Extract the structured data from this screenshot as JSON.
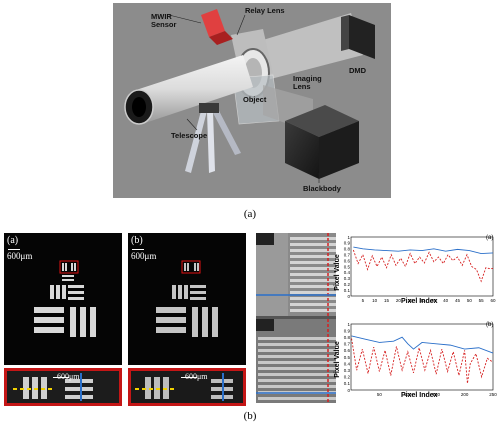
{
  "figure": {
    "top_labels": {
      "mwir_sensor": "MWIR\nSensor",
      "relay_lens": "Relay Lens",
      "imaging_lens": "Imaging\nLens",
      "dmd": "DMD",
      "object": "Object",
      "telescope": "Telescope",
      "blackbody": "Blackbody"
    },
    "caption_a": "(a)",
    "caption_b": "(b)",
    "panel_a_tag": "(a)",
    "panel_b_tag": "(b)",
    "scale_text": "600μm",
    "inset_scale_text": "600μm",
    "plot_top": {
      "tag": "(a)",
      "ylabel": "Pixel Value",
      "xlabel": "Pixel Index",
      "xticks": [
        "5",
        "10",
        "15",
        "20",
        "25",
        "30",
        "35",
        "40",
        "45",
        "50",
        "55",
        "60"
      ],
      "yticks": [
        "0",
        "0.1",
        "0.2",
        "0.3",
        "0.4",
        "0.5",
        "0.6",
        "0.7",
        "0.8",
        "0.9",
        "1"
      ]
    },
    "plot_bottom": {
      "tag": "(b)",
      "ylabel": "Pixel Value",
      "xlabel": "Pixel Index",
      "xticks": [
        "50",
        "100",
        "150",
        "200",
        "250"
      ],
      "yticks": [
        "0",
        "0.1",
        "0.2",
        "0.3",
        "0.4",
        "0.5",
        "0.6",
        "0.7",
        "0.8",
        "0.9",
        "1"
      ]
    },
    "colors": {
      "blue": "#2a6fc9",
      "red": "#d62020"
    }
  },
  "chart_data": [
    {
      "type": "line",
      "xlabel": "Pixel Index",
      "ylabel": "Pixel Value",
      "xlim": [
        0,
        60
      ],
      "ylim": [
        0,
        1
      ],
      "series": [
        {
          "x": [
            1,
            5,
            10,
            15,
            20,
            25,
            30,
            35,
            40,
            45,
            50,
            55,
            60
          ],
          "values": [
            0.83,
            0.8,
            0.78,
            0.77,
            0.76,
            0.78,
            0.77,
            0.8,
            0.76,
            0.79,
            0.77,
            0.72,
            0.73
          ]
        },
        {
          "x": [
            1,
            3,
            5,
            7,
            9,
            11,
            13,
            15,
            17,
            19,
            21,
            23,
            25,
            27,
            29,
            31,
            33,
            35,
            37,
            39,
            41,
            43,
            45,
            47,
            49,
            51,
            53,
            55,
            57,
            59,
            60
          ],
          "values": [
            0.78,
            0.55,
            0.7,
            0.45,
            0.68,
            0.5,
            0.66,
            0.48,
            0.7,
            0.52,
            0.64,
            0.5,
            0.72,
            0.55,
            0.66,
            0.56,
            0.74,
            0.58,
            0.66,
            0.55,
            0.7,
            0.6,
            0.66,
            0.52,
            0.7,
            0.5,
            0.45,
            0.25,
            0.48,
            0.46,
            0.47
          ]
        }
      ]
    },
    {
      "type": "line",
      "xlabel": "Pixel Index",
      "ylabel": "Pixel Value",
      "xlim": [
        0,
        250
      ],
      "ylim": [
        0,
        1
      ],
      "series": [
        {
          "x": [
            1,
            25,
            50,
            75,
            90,
            100,
            110,
            125,
            150,
            175,
            200,
            225,
            250
          ],
          "values": [
            0.82,
            0.77,
            0.72,
            0.74,
            0.8,
            0.7,
            0.62,
            0.72,
            0.7,
            0.68,
            0.62,
            0.64,
            0.56
          ]
        },
        {
          "x": [
            1,
            10,
            20,
            30,
            40,
            50,
            60,
            70,
            80,
            90,
            100,
            110,
            120,
            130,
            140,
            150,
            160,
            170,
            180,
            190,
            200,
            205,
            210,
            220,
            230,
            240,
            250
          ],
          "values": [
            0.78,
            0.3,
            0.62,
            0.25,
            0.65,
            0.28,
            0.6,
            0.22,
            0.66,
            0.3,
            0.58,
            0.26,
            0.64,
            0.3,
            0.6,
            0.24,
            0.62,
            0.28,
            0.58,
            0.22,
            0.6,
            0.1,
            0.4,
            0.55,
            0.2,
            0.48,
            0.42
          ]
        }
      ]
    }
  ]
}
